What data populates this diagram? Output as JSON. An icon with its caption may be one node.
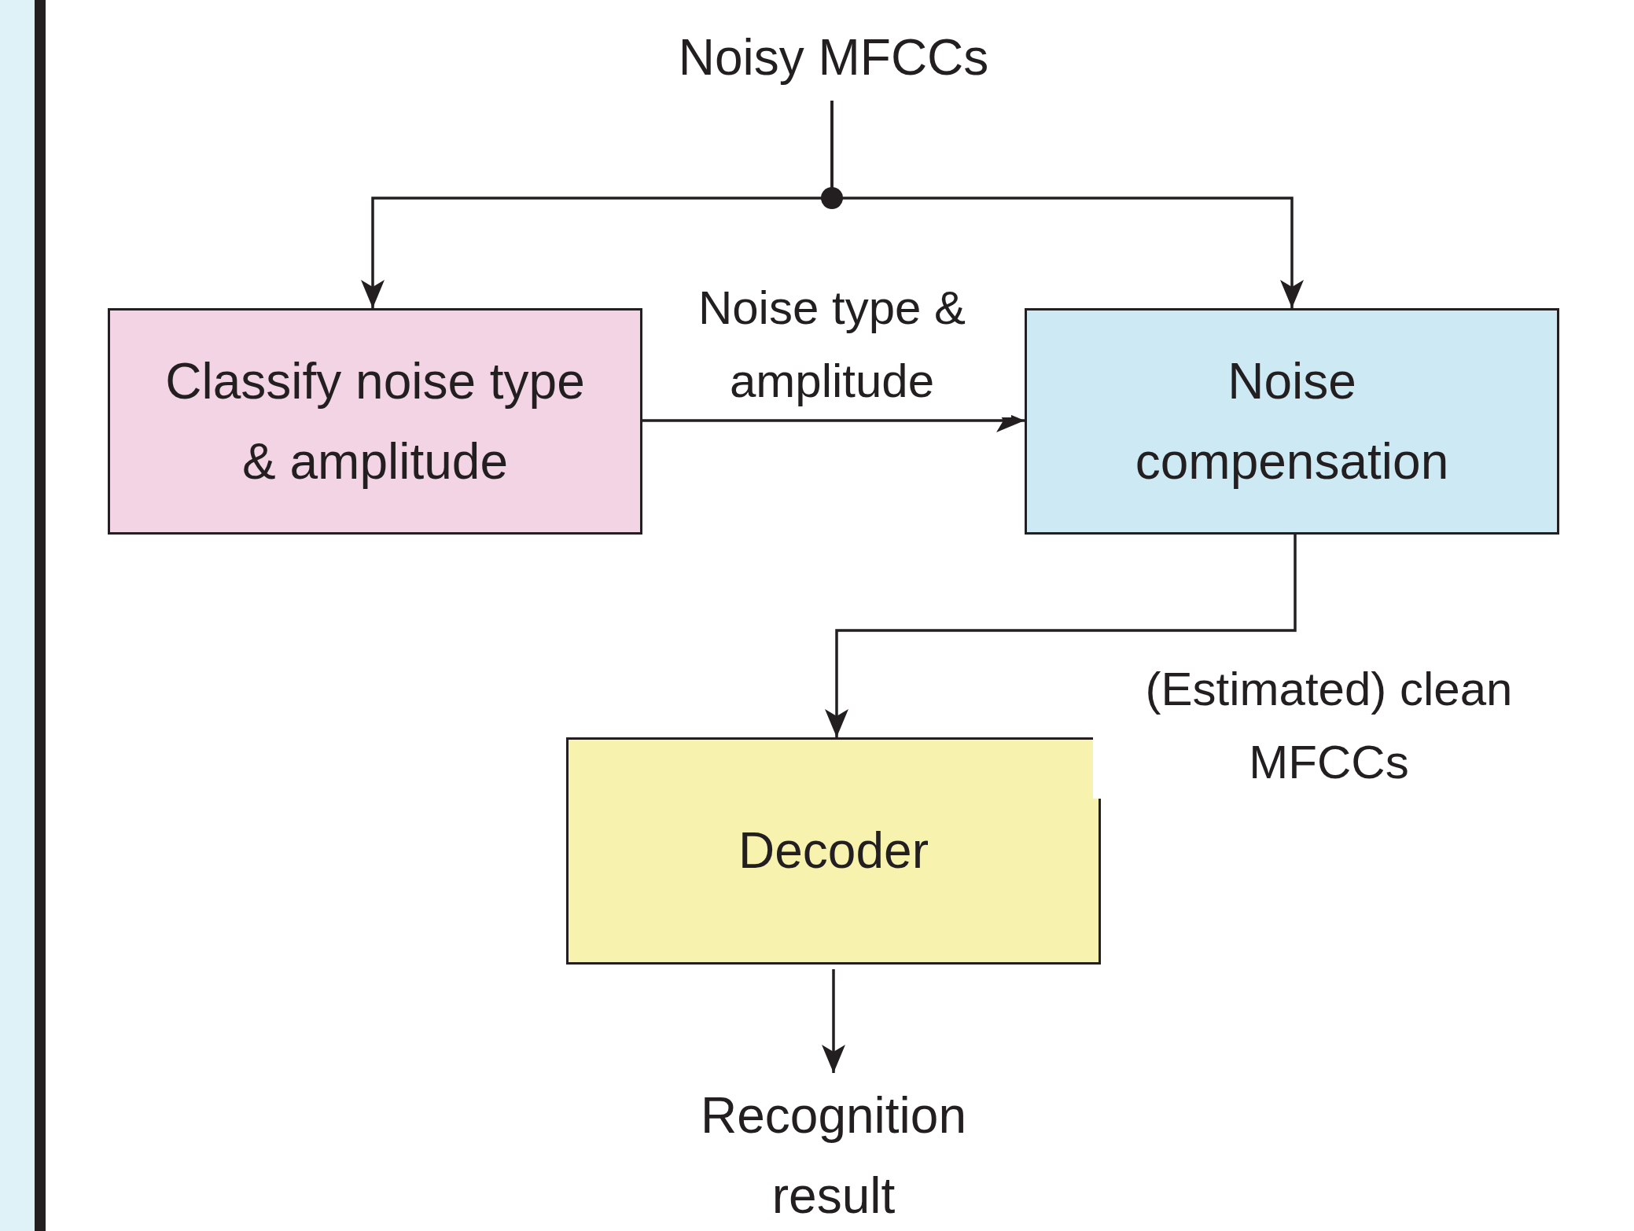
{
  "diagram": {
    "nodes": [
      {
        "text": [
          "Noisy MFCCs"
        ]
      },
      {
        "text": [
          "Classify noise type & amplitude"
        ]
      },
      {
        "text": [
          "Noise compensation"
        ]
      },
      {
        "text": [
          "Decoder"
        ]
      },
      {
        "text": [
          "Recognition result"
        ]
      }
    ],
    "edges": [
      {
        "from": 0,
        "to": 1,
        "arrow": "to"
      },
      {
        "from": 0,
        "to": 2,
        "arrow": "to"
      },
      {
        "from": 1,
        "to": 2,
        "arrow": "to",
        "label": "Noise type & amplitude"
      },
      {
        "from": 2,
        "to": 3,
        "arrow": "to",
        "label": "(Estimated) clean MFCCs"
      },
      {
        "from": 3,
        "to": 4,
        "arrow": "to"
      }
    ]
  }
}
